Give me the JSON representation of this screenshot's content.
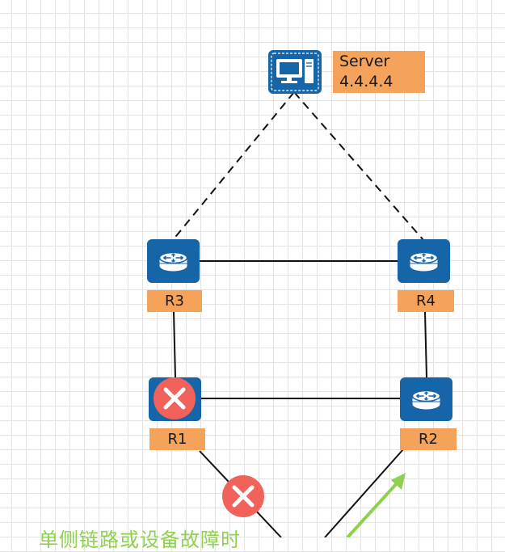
{
  "server": {
    "name": "Server",
    "ip": "4.4.4.4"
  },
  "routers": {
    "r1": "R1",
    "r2": "R2",
    "r3": "R3",
    "r4": "R4"
  },
  "caption": "单侧链路或设备故障时",
  "colors": {
    "device_fill": "#1565a8",
    "label_fill": "#f5a25a",
    "fault_fill": "#f0625a",
    "arrow": "#8fd14f",
    "link": "#111111"
  },
  "icons": {
    "server": "desktop-computer-icon",
    "router": "router-icon",
    "fault": "fault-x-icon",
    "arrow": "traffic-arrow-icon"
  }
}
